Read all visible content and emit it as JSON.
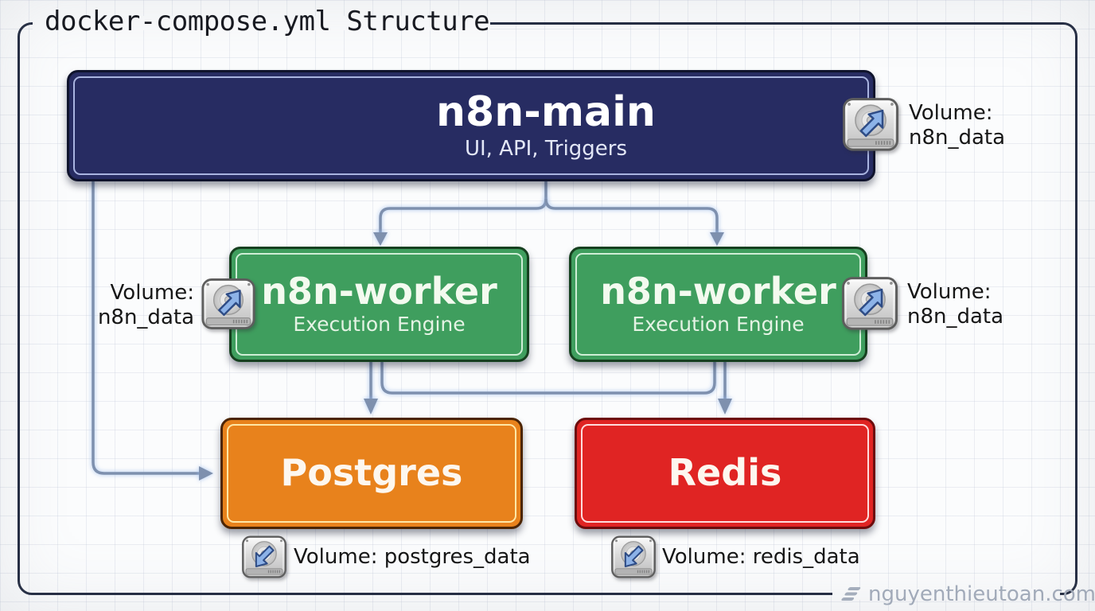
{
  "title": "docker-compose.yml Structure",
  "watermark": {
    "text": "nguyenthieutoan.com",
    "logo_icon": "layers-slash-icon"
  },
  "diagram": {
    "nodes": [
      {
        "id": "n8n-main",
        "title": "n8n-main",
        "subtitle": "UI, API, Triggers",
        "color": "#272c62"
      },
      {
        "id": "n8n-worker-left",
        "title": "n8n-worker",
        "subtitle": "Execution Engine",
        "color": "#3f9e5e"
      },
      {
        "id": "n8n-worker-right",
        "title": "n8n-worker",
        "subtitle": "Execution Engine",
        "color": "#3f9e5e"
      },
      {
        "id": "postgres",
        "title": "Postgres",
        "color": "#e8821c"
      },
      {
        "id": "redis",
        "title": "Redis",
        "color": "#e02423"
      }
    ],
    "edges": [
      {
        "from": "n8n-main",
        "to": "n8n-worker-left"
      },
      {
        "from": "n8n-main",
        "to": "n8n-worker-right"
      },
      {
        "from": "n8n-main",
        "to": "postgres"
      },
      {
        "from": "n8n-worker-left",
        "to": "postgres"
      },
      {
        "from": "n8n-worker-right",
        "to": "redis"
      },
      {
        "from": "n8n-worker-left",
        "to": "n8n-worker-right"
      }
    ],
    "volumes": [
      {
        "attached_to": "n8n-main",
        "icon": "disk-icon",
        "lines": [
          "Volume:",
          "n8n_data"
        ]
      },
      {
        "attached_to": "n8n-worker-left",
        "icon": "disk-icon",
        "lines": [
          "Volume:",
          "n8n_data"
        ]
      },
      {
        "attached_to": "n8n-worker-right",
        "icon": "disk-icon",
        "lines": [
          "Volume:",
          "n8n_data"
        ]
      },
      {
        "attached_to": "postgres",
        "icon": "disk-icon",
        "lines": [
          "Volume: postgres_data"
        ]
      },
      {
        "attached_to": "redis",
        "icon": "disk-icon",
        "lines": [
          "Volume: redis_data"
        ]
      }
    ]
  },
  "colors": {
    "frame": "#222a40",
    "background": "#fbfcfd",
    "main_box": "#272c62",
    "worker_box": "#3f9e5e",
    "postgres_box": "#e8821c",
    "redis_box": "#e02423",
    "connector": "#7e90ae",
    "watermark_text": "#a4adbc"
  }
}
